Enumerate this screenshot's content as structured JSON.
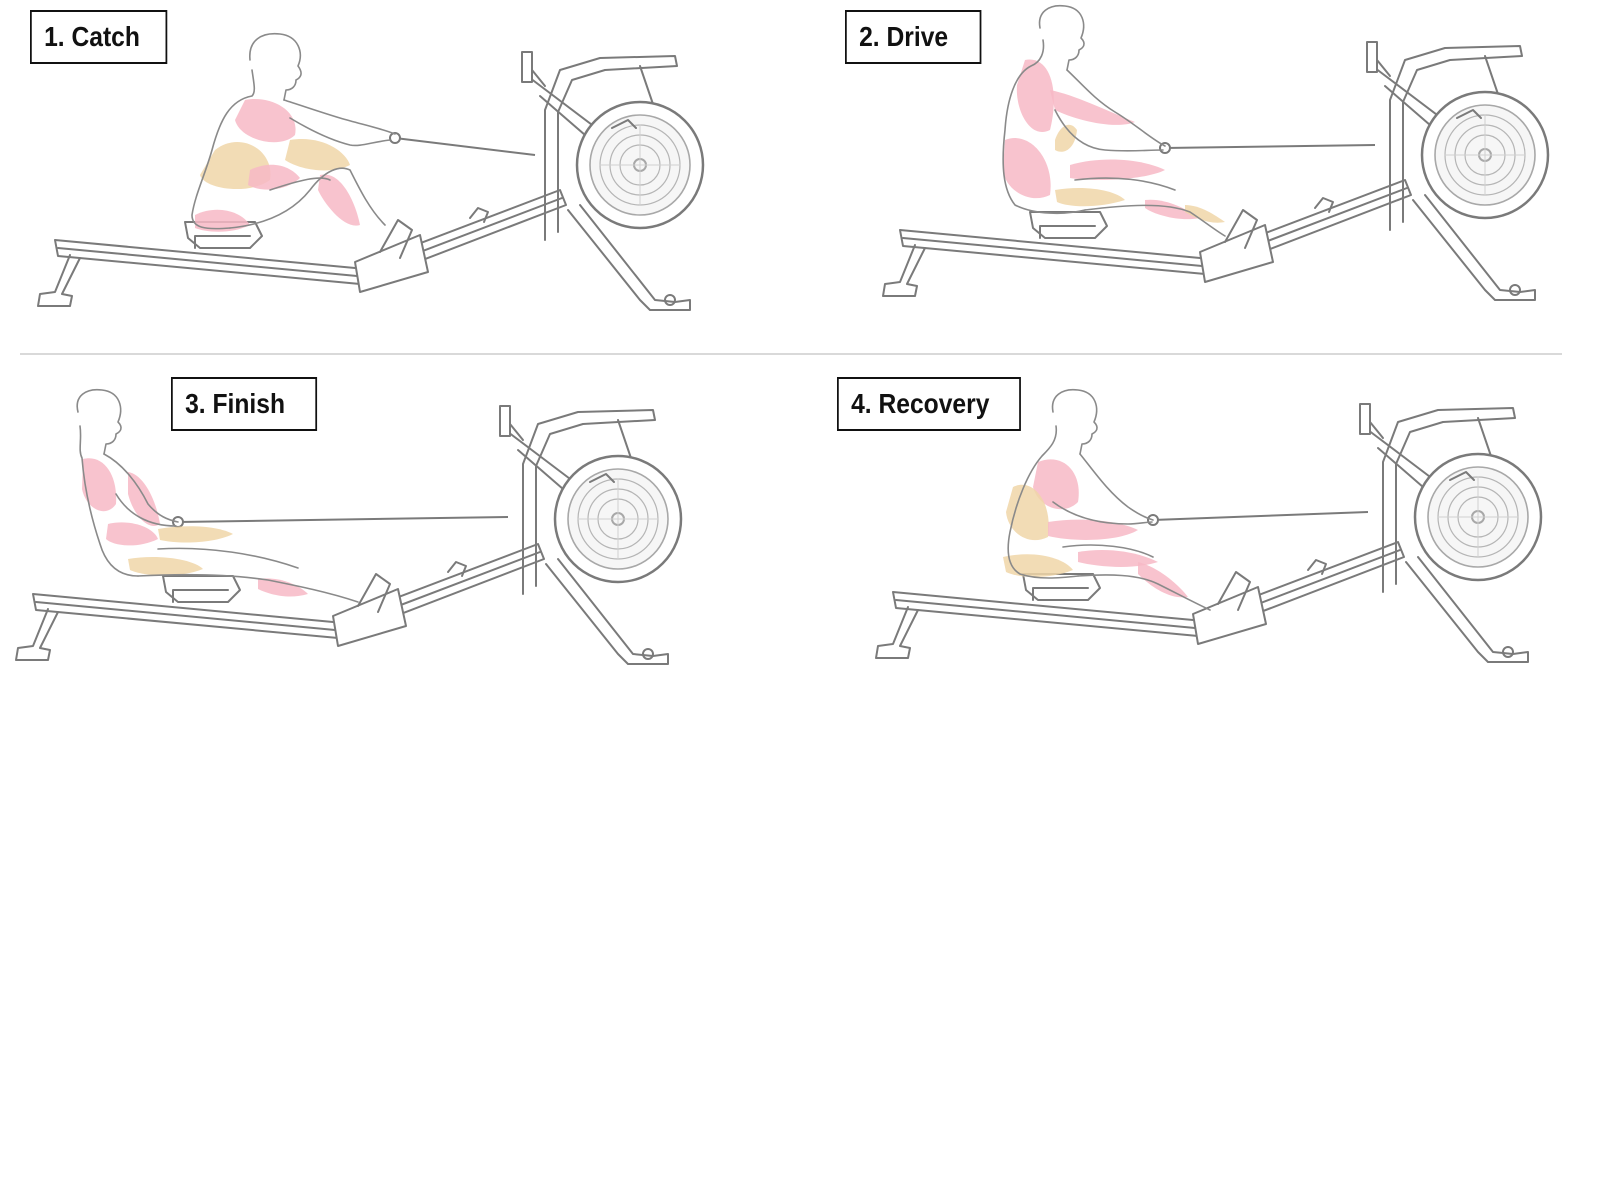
{
  "stages": [
    {
      "label": "1. Catch",
      "machine_x": 0,
      "machine_y": 0,
      "pose": "catch"
    },
    {
      "label": "2. Drive",
      "machine_x": 0,
      "machine_y": 0,
      "pose": "drive"
    },
    {
      "label": "3. Finish",
      "machine_x": 0,
      "machine_y": 0,
      "pose": "finish"
    },
    {
      "label": "4. Recovery",
      "machine_x": 0,
      "machine_y": 0,
      "pose": "recovery"
    }
  ],
  "colors": {
    "line": "#7a7a7a",
    "muscle_primary": "#f7b8c6",
    "muscle_secondary": "#f0d6a8",
    "label_border": "#111111",
    "divider": "#d9d9d9"
  }
}
